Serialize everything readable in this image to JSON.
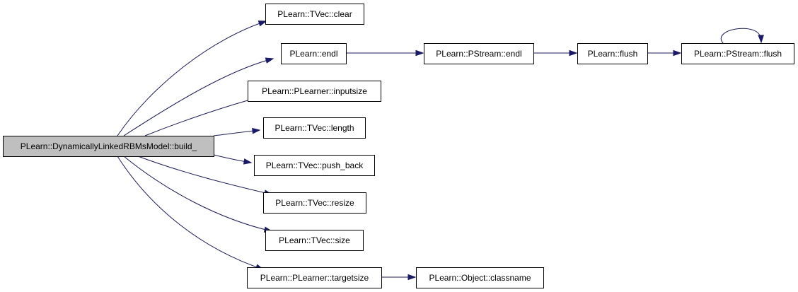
{
  "graph": {
    "colors": {
      "edge": "#191970",
      "root_fill": "#bfbfbf",
      "node_fill": "#ffffff",
      "border": "#000000"
    },
    "nodes": [
      {
        "id": "build",
        "label": "PLearn::DynamicallyLinkedRBMsModel::build_",
        "root": true
      },
      {
        "id": "clear",
        "label": "PLearn::TVec::clear"
      },
      {
        "id": "endl",
        "label": "PLearn::endl"
      },
      {
        "id": "pstream_endl",
        "label": "PLearn::PStream::endl"
      },
      {
        "id": "flush",
        "label": "PLearn::flush"
      },
      {
        "id": "pstream_flush",
        "label": "PLearn::PStream::flush"
      },
      {
        "id": "inputsize",
        "label": "PLearn::PLearner::inputsize"
      },
      {
        "id": "length",
        "label": "PLearn::TVec::length"
      },
      {
        "id": "push_back",
        "label": "PLearn::TVec::push_back"
      },
      {
        "id": "resize",
        "label": "PLearn::TVec::resize"
      },
      {
        "id": "size",
        "label": "PLearn::TVec::size"
      },
      {
        "id": "targetsize",
        "label": "PLearn::PLearner::targetsize"
      },
      {
        "id": "classname",
        "label": "PLearn::Object::classname"
      }
    ],
    "edges": [
      {
        "from": "build",
        "to": "clear"
      },
      {
        "from": "build",
        "to": "endl"
      },
      {
        "from": "build",
        "to": "inputsize"
      },
      {
        "from": "build",
        "to": "length"
      },
      {
        "from": "build",
        "to": "push_back"
      },
      {
        "from": "build",
        "to": "resize"
      },
      {
        "from": "build",
        "to": "size"
      },
      {
        "from": "build",
        "to": "targetsize"
      },
      {
        "from": "endl",
        "to": "pstream_endl"
      },
      {
        "from": "pstream_endl",
        "to": "flush"
      },
      {
        "from": "flush",
        "to": "pstream_flush"
      },
      {
        "from": "pstream_flush",
        "to": "pstream_flush"
      },
      {
        "from": "targetsize",
        "to": "classname"
      }
    ]
  }
}
